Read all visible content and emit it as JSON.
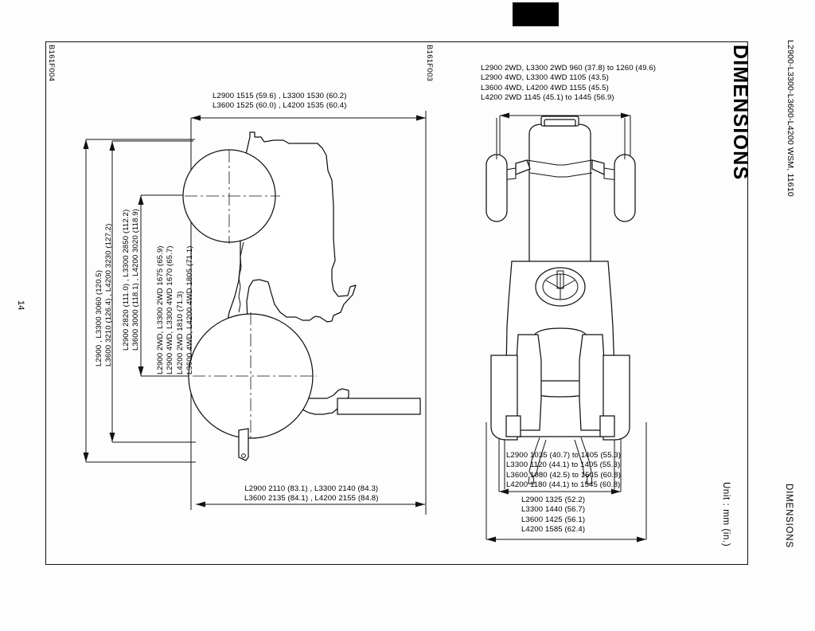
{
  "document": {
    "header_right": "L2900-L3300-L3600-L4200  WSM, 11610",
    "section_title": "DIMENSIONS",
    "section_footer": "DIMENSIONS",
    "unit_note": "Unit : mm (in.)",
    "page_number": "14"
  },
  "figures": {
    "side_view_id": "B161F004",
    "front_view_id": "B161F003"
  },
  "side_view": {
    "top_dimension": {
      "line1": "L2900 1515 (59.6) , L3300 1530 (60.2)",
      "line2": "L3600 1525 (60.0) , L4200 1535 (60.4)"
    },
    "bottom_dimension": {
      "line1": "L2900 2110 (83.1) , L3300 2140 (84.3)",
      "line2": "L3600 2135 (84.1) , L4200 2155 (84.8)"
    },
    "vertical_dimension_inner": {
      "line1": "L2900 2WD, L3300 2WD 1675 (65.9)",
      "line2": "L2900 4WD, L3300 4WD 1670 (65.7)",
      "line3": "L4200 2WD 1810 (71.3)",
      "line4": "L3600 4WD, L4200 4WD 1805 (71.1)"
    },
    "vertical_dimension_middle": {
      "line1": "L2900 2820 (111.0) , L3300 2850 (112.2)",
      "line2": "L3600 3000 (118.1) , L4200 3020 (118.9)"
    },
    "vertical_dimension_outer": {
      "line1": "L2900 , L3300 3060 (120.5)",
      "line2": "L3600 3210 (126.4) , L4200 3230 (127.2)"
    }
  },
  "front_view": {
    "top_dimension": {
      "line1": "L2900 2WD, L3300 2WD 960 (37.8)  to 1260 (49.6)",
      "line2": "L2900 4WD, L3300 4WD 1105 (43.5)",
      "line3": "L3600 4WD, L4200 4WD 1155 (45.5)",
      "line4": "L4200 2WD 1145 (45.1)  to 1445 (56.9)"
    },
    "rear_track_dimension": {
      "line1": "L2900 1035 (40.7)  to 1405 (55.3)",
      "line2": "L3300 1120 (44.1)  to 1405 (55.3)",
      "line3": "L3600 1080 (42.5)  to 1545 (60.8)",
      "line4": "L4200 1180 (44.1)  to 1545 (60.8)"
    },
    "overall_width_dimension": {
      "line1": "L2900 1325 (52.2)",
      "line2": "L3300 1440 (56.7)",
      "line3": "L3600 1425 (56.1)",
      "line4": "L4200 1585 (62.4)"
    }
  },
  "colors": {
    "ink": "#111111",
    "paper": "#fdfdfd",
    "artifact": "#000000"
  }
}
